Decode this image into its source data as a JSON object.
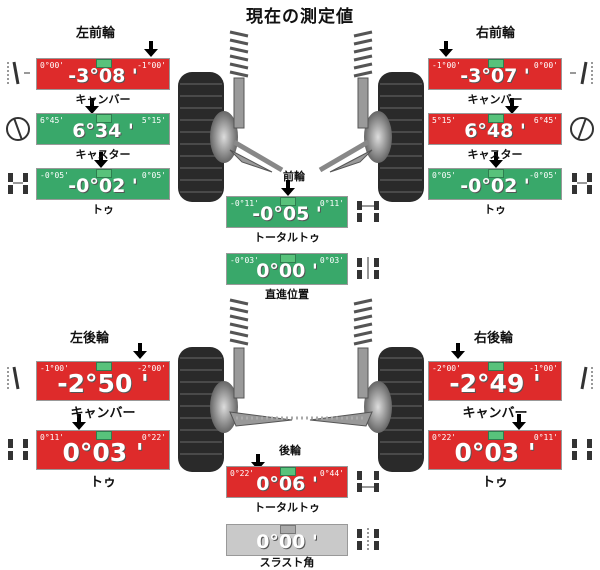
{
  "page": {
    "title": "現在の測定値"
  },
  "front": {
    "section_label": "前輪",
    "left": {
      "heading": "左前輪",
      "camber": {
        "min": "0°00'",
        "max": "-1°00'",
        "value": "-3°08 '",
        "label": "キャンバー"
      },
      "caster": {
        "min": "6°45'",
        "max": "5°15'",
        "value": "6°34 '",
        "label": "キャスター"
      },
      "toe": {
        "min": "-0°05'",
        "max": "0°05'",
        "value": "-0°02 '",
        "label": "トゥ"
      }
    },
    "right": {
      "heading": "右前輪",
      "camber": {
        "min": "-1°00'",
        "max": "0°00'",
        "value": "-3°07 '",
        "label": "キャンバー"
      },
      "caster": {
        "min": "5°15'",
        "max": "6°45'",
        "value": "6°48 '",
        "label": "キャスター"
      },
      "toe": {
        "min": "0°05'",
        "max": "-0°05'",
        "value": "-0°02 '",
        "label": "トゥ"
      }
    },
    "total_toe": {
      "min": "-0°11'",
      "max": "0°11'",
      "value": "-0°05 '",
      "label": "トータルトゥ"
    },
    "straight": {
      "min": "-0°03'",
      "max": "0°03'",
      "value": "0°00 '",
      "label": "直進位置"
    }
  },
  "rear": {
    "section_label": "後輪",
    "left": {
      "heading": "左後輪",
      "camber": {
        "min": "-1°00'",
        "max": "-2°00'",
        "value": "-2°50 '",
        "label": "キャンバー"
      },
      "toe": {
        "min": "0°11'",
        "max": "0°22'",
        "value": "0°03 '",
        "label": "トゥ"
      }
    },
    "right": {
      "heading": "右後輪",
      "camber": {
        "min": "-2°00'",
        "max": "-1°00'",
        "value": "-2°49 '",
        "label": "キャンバー"
      },
      "toe": {
        "min": "0°22'",
        "max": "0°11'",
        "value": "0°03 '",
        "label": "トゥ"
      }
    },
    "total_toe": {
      "min": "0°22'",
      "max": "0°44'",
      "value": "0°06 '",
      "label": "トータルトゥ"
    },
    "thrust": {
      "min": "",
      "max": "",
      "value": "0°00 '",
      "label": "スラスト角"
    }
  },
  "colors": {
    "out_of_range": "#de2b2b",
    "in_range": "#39a86a",
    "neutral": "#c9c9c9",
    "marker": "#58c27b"
  },
  "icons": [
    "camber-diagram-icon",
    "caster-diagram-icon",
    "toe-diagram-icon",
    "total-toe-diagram-icon",
    "straight-ahead-diagram-icon",
    "thrust-angle-diagram-icon"
  ]
}
